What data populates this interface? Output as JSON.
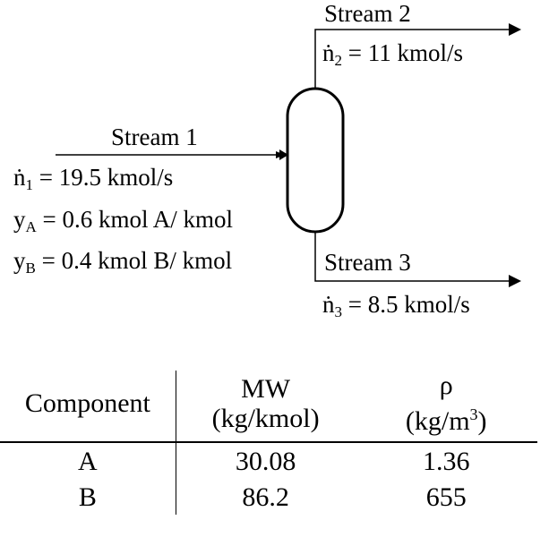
{
  "diagram": {
    "stream1": {
      "name": "Stream 1",
      "flow_symbol": "ṅ",
      "flow_sub": "1",
      "flow_value": " = 19.5 kmol/s",
      "ya_symbol": "y",
      "ya_sub": "A",
      "ya_value": " = 0.6 kmol A/ kmol",
      "yb_symbol": "y",
      "yb_sub": "B",
      "yb_value": " = 0.4 kmol B/ kmol"
    },
    "stream2": {
      "name": "Stream 2",
      "flow_symbol": "ṅ",
      "flow_sub": "2",
      "flow_value": " = 11 kmol/s"
    },
    "stream3": {
      "name": "Stream 3",
      "flow_symbol": "ṅ",
      "flow_sub": "3",
      "flow_value": " = 8.5 kmol/s"
    }
  },
  "table": {
    "headers": {
      "component": "Component",
      "mw_line1": "MW",
      "mw_line2": "(kg/kmol)",
      "rho_line1": "ρ",
      "rho_unit_pre": "(kg/m",
      "rho_unit_sup": "3",
      "rho_unit_post": ")"
    },
    "rows": [
      {
        "component": "A",
        "mw": "30.08",
        "rho": "1.36"
      },
      {
        "component": "B",
        "mw": "86.2",
        "rho": "655"
      }
    ]
  }
}
